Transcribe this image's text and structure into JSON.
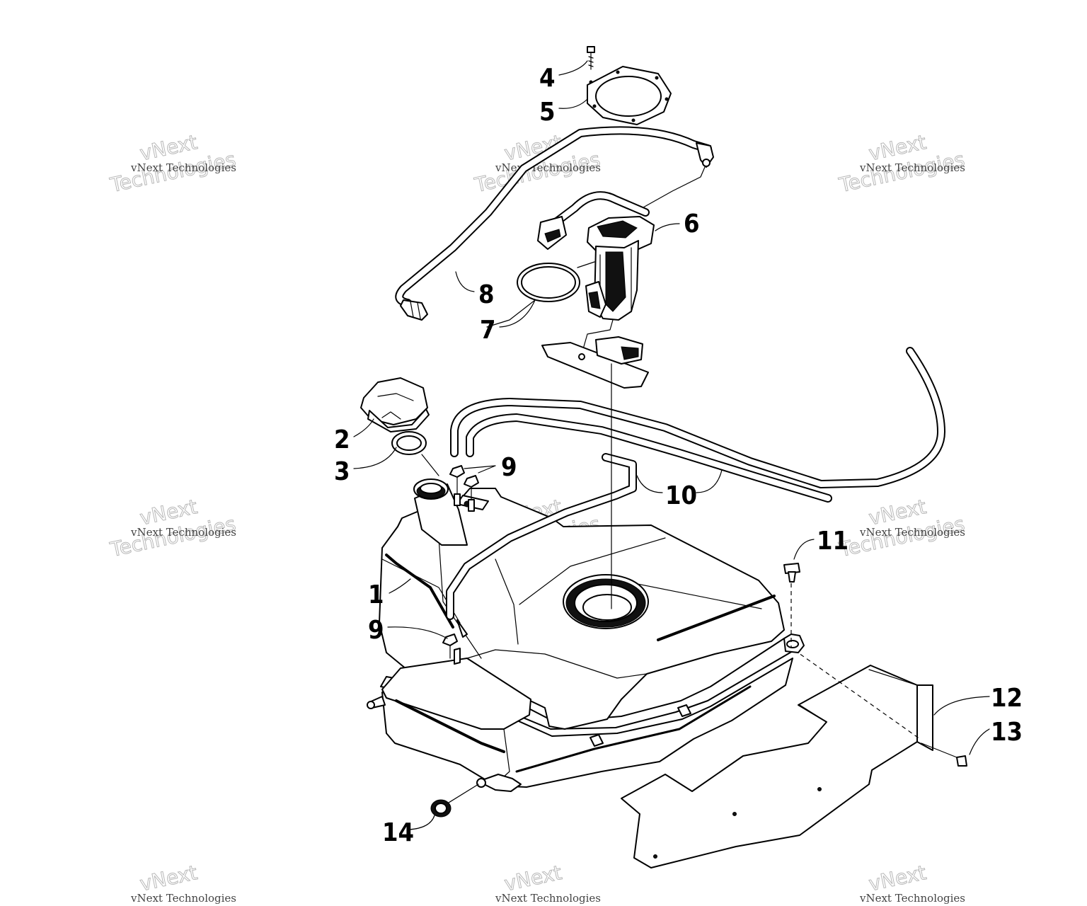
{
  "diagram": {
    "watermark": "vNext Technologies",
    "callouts": [
      {
        "id": "c1",
        "label": "1"
      },
      {
        "id": "c2",
        "label": "2"
      },
      {
        "id": "c3",
        "label": "3"
      },
      {
        "id": "c4",
        "label": "4"
      },
      {
        "id": "c5",
        "label": "5"
      },
      {
        "id": "c6",
        "label": "6"
      },
      {
        "id": "c7",
        "label": "7"
      },
      {
        "id": "c8",
        "label": "8"
      },
      {
        "id": "c9a",
        "label": "9"
      },
      {
        "id": "c9b",
        "label": "9"
      },
      {
        "id": "c10",
        "label": "10"
      },
      {
        "id": "c11",
        "label": "11"
      },
      {
        "id": "c12",
        "label": "12"
      },
      {
        "id": "c13",
        "label": "13"
      },
      {
        "id": "c14",
        "label": "14"
      }
    ]
  }
}
